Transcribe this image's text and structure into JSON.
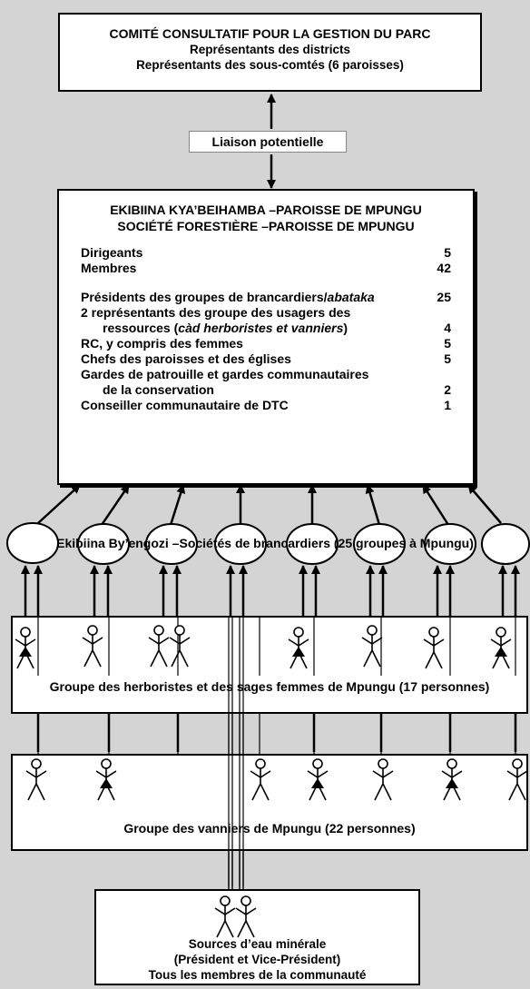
{
  "committee": {
    "title": "COMITÉ  CONSULTATIF POUR LA GESTION DU PARC",
    "line1": "Représentants des districts",
    "line2": "Représentants des sous-comtés (6 paroisses)"
  },
  "liaison": "Liaison potentielle",
  "society": {
    "title1": "EKIBIINA KYA’BEIHAMBA  –PAROISSE DE MPUNGU",
    "title2": "SOCIÉTÉ FORESTIÈRE  –PAROISSE DE MPUNGU",
    "rows": [
      {
        "label": "Dirigeants",
        "value": "5"
      },
      {
        "label": "Membres",
        "value": "42"
      },
      {
        "label_prefix": "Présidents des groupes de brancardiers/",
        "label_italic": "abataka",
        "value": "25"
      },
      {
        "label": "2 représentants des groupe des usagers des"
      },
      {
        "label_prefix": "ressources (",
        "label_italic": "càd herboristes et vanniers",
        "label_suffix": ")",
        "value": "4"
      },
      {
        "label": "RC, y compris des femmes",
        "value": "5"
      },
      {
        "label": "Chefs des paroisses et des églises",
        "value": "5"
      },
      {
        "label": "Gardes de patrouille et gardes communautaires"
      },
      {
        "label": "de la conservation",
        "value": "2"
      },
      {
        "label": "Conseiller communautaire de DTC",
        "value": "1"
      }
    ]
  },
  "burial_societies": "Ekibiina By’engozi –Sociétés de brancardiers (25 groupes à Mpungu)",
  "herbalists_group": "Groupe des herboristes et des sages femmes de Mpungu (17 personnes)",
  "basket_group": "Groupe des vanniers de Mpungu (22 personnes)",
  "springs": {
    "line1": "Sources d’eau minérale",
    "line2": "(Président et Vice-Président)",
    "line3": "Tous les membres de la communauté"
  },
  "icons": [
    "person-icon",
    "woman-icon",
    "arrow-icon"
  ]
}
